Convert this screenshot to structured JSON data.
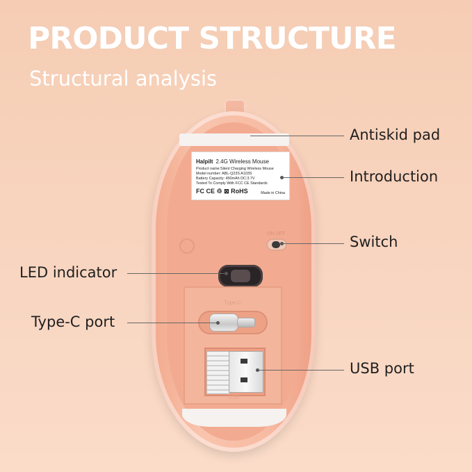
{
  "heading": "PRODUCT STRUCTURE",
  "subheading": "Structural analysis",
  "callouts": {
    "antiskid_pad": "Antiskid pad",
    "introduction": "Introduction",
    "switch": "Switch",
    "led_indicator": "LED indicator",
    "type_c_port": "Type-C port",
    "usb_port": "USB port"
  },
  "label": {
    "brand": "Halpilt",
    "title": "2.4G Wireless Mouse",
    "product_name": "Product name:Silent Charging Wireless Mouse",
    "model_number": "Model number: ABL-Q23S A103S",
    "battery": "Battery Capacity: 450mAh DC:3.7V",
    "tested": "Tested To Comply With FCC CE Standards",
    "certs": "FC CE ♲ ⊠ RoHS",
    "made_in": "Made in China"
  },
  "engravings": {
    "switch": "ON OFF",
    "type_c": "Type-C",
    "usb": "USB"
  },
  "colors": {
    "background": "#f6cdb4",
    "mouse_shell": "#f7bba3",
    "heading_text": "#ffffff",
    "callout_text": "#1f1f1f"
  }
}
